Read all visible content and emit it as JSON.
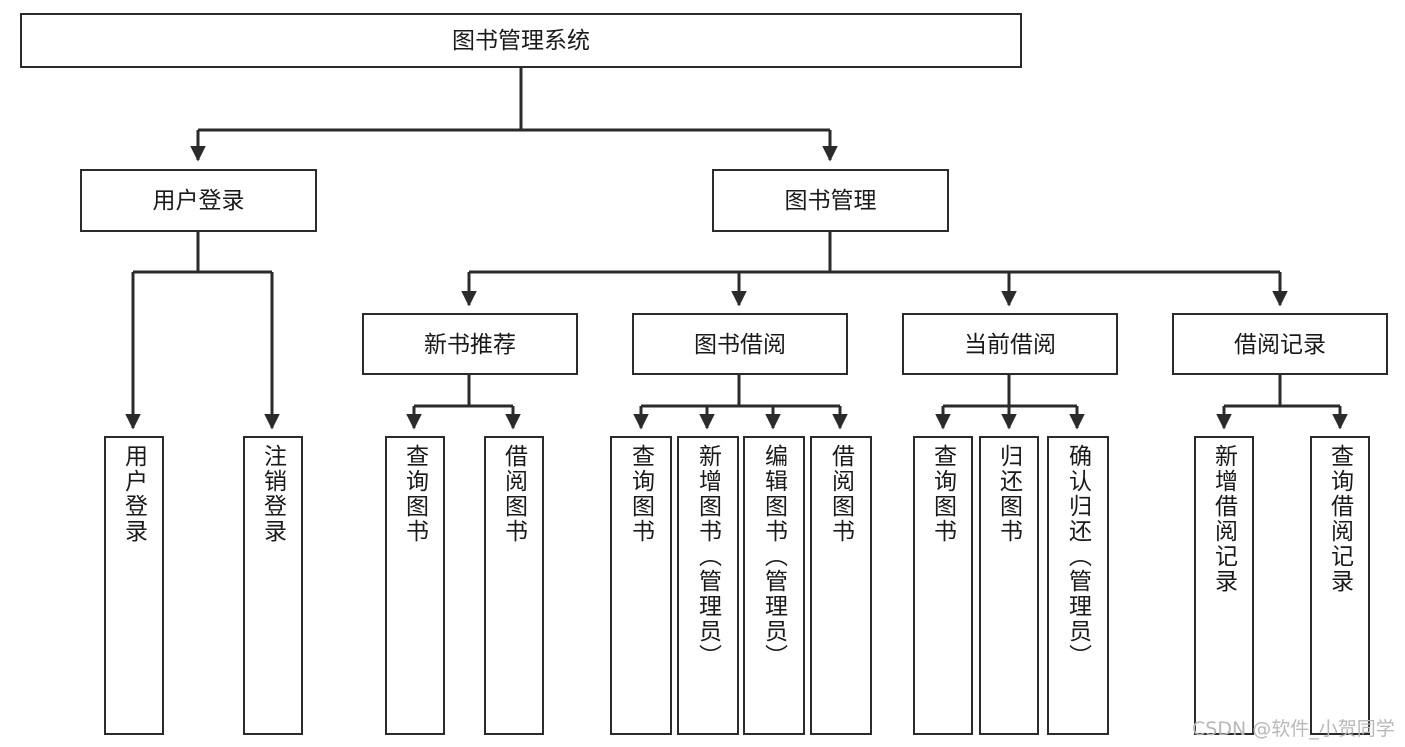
{
  "diagram": {
    "title": "图书管理系统",
    "root": {
      "label": "图书管理系统"
    },
    "level2": [
      {
        "label": "用户登录"
      },
      {
        "label": "图书管理"
      }
    ],
    "level3": [
      {
        "label": "新书推荐"
      },
      {
        "label": "图书借阅"
      },
      {
        "label": "当前借阅"
      },
      {
        "label": "借阅记录"
      }
    ],
    "leaves": {
      "user_login": [
        {
          "label": "用户登录"
        },
        {
          "label": "注销登录"
        }
      ],
      "new_book_recommend": [
        {
          "label": "查询图书"
        },
        {
          "label": "借阅图书"
        }
      ],
      "book_borrow": [
        {
          "label": "查询图书"
        },
        {
          "label": "新增图书（管理员）"
        },
        {
          "label": "编辑图书（管理员）"
        },
        {
          "label": "借阅图书"
        }
      ],
      "current_borrow": [
        {
          "label": "查询图书"
        },
        {
          "label": "归还图书"
        },
        {
          "label": "确认归还（管理员）"
        }
      ],
      "borrow_record": [
        {
          "label": "新增借阅记录"
        },
        {
          "label": "查询借阅记录"
        }
      ]
    },
    "watermark": "CSDN @软件_小贺同学",
    "colors": {
      "stroke": "#2b2b2b",
      "fill": "#ffffff",
      "text": "#1a1a1a",
      "watermark": "#b8b8b8"
    }
  }
}
